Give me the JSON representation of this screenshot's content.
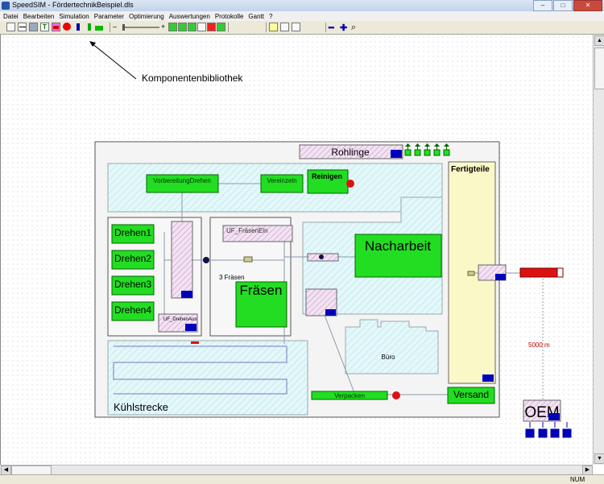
{
  "window": {
    "title": "SpeedSIM - FördertechnikBeispiel.dls"
  },
  "menu": [
    "Datei",
    "Bearbeiten",
    "Simulation",
    "Parameter",
    "Optimierung",
    "Auswertungen",
    "Protokolle",
    "Gantt",
    "?"
  ],
  "annotation": {
    "text": "Komponentenbibliothek"
  },
  "layout": {
    "rohlinge": "Rohlinge",
    "vorbereitung_drehen": "VorbereitungDrehen",
    "vereinzeln": "Vereinzeln",
    "reinigen": "Reinigen",
    "fertigteile": "Fertigteile",
    "drehen1": "Drehen1",
    "drehen2": "Drehen2",
    "drehen3": "Drehen3",
    "drehen4": "Drehen4",
    "uf_drehen_aus": "UF_DrehenAus",
    "uf_fraesen_ein": "UF_FräsenEin",
    "fraesen_count": "3 Fräsen",
    "fraesen": "Fräsen",
    "nacharbeit": "Nacharbeit",
    "buero": "Büro",
    "kuehlstrecke": "Kühlstrecke",
    "verpacken": "Verpacken",
    "versand": "Versand",
    "distance": "5000 m",
    "oem": "OEM"
  },
  "status": {
    "num": "NUM"
  },
  "colors": {
    "machine_green": "#22dd22",
    "buffer_pink": "#ead0ea",
    "area_cyan": "#e0f6f8",
    "fertig_yellow": "#fbf8c8",
    "queue_blue": "#0000bb",
    "red": "#dd1111"
  }
}
